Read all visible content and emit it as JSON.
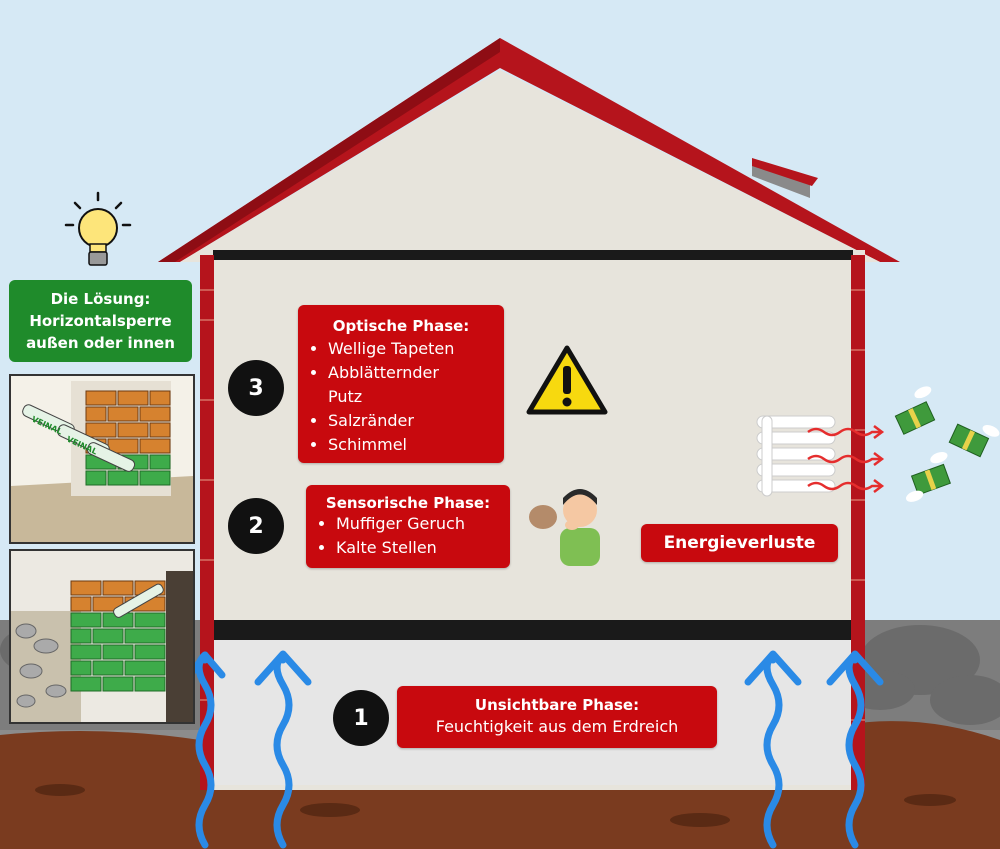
{
  "solution": {
    "line1": "Die Lösung:",
    "line2": "Horizontalsperre",
    "line3": "außen oder innen"
  },
  "phase3": {
    "number": "3",
    "title": "Optische Phase:",
    "items": [
      "Wellige Tapeten",
      "Abblätternder Putz",
      "Salzränder",
      "Schimmel"
    ]
  },
  "phase2": {
    "number": "2",
    "title": "Sensorische Phase:",
    "items": [
      "Muffiger Geruch",
      "Kalte Stellen"
    ]
  },
  "phase1": {
    "number": "1",
    "title": "Unsichtbare Phase:",
    "subtitle": "Feuchtigkeit aus dem Erdreich"
  },
  "energy": {
    "label": "Energieverluste"
  },
  "panel_labels": [
    "VEINAL",
    "VEINAL"
  ],
  "colors": {
    "sky": "#d6e9f5",
    "roof": "#b5141c",
    "wall": "#e7e4dc",
    "box": "#c8090e",
    "solution": "#1f8b2b",
    "arrow": "#2a8ae6",
    "heat": "#e52d2d",
    "soil": "#7a3b1f"
  },
  "icons": [
    "lightbulb-icon",
    "warning-icon",
    "smell-person-icon",
    "radiator-icon",
    "flying-money-icon"
  ]
}
